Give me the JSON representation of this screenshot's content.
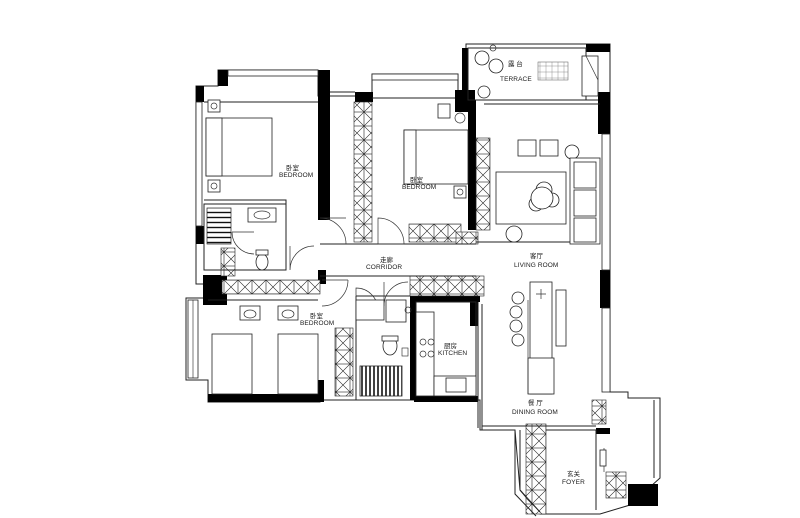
{
  "rooms": {
    "bedroom_nw": {
      "zh": "卧室",
      "en": "BEDROOM"
    },
    "bedroom_n": {
      "zh": "卧室",
      "en": "BEDROOM"
    },
    "bedroom_sw": {
      "zh": "卧室",
      "en": "BEDROOM"
    },
    "terrace": {
      "zh": "露 台",
      "en": "TERRACE"
    },
    "living": {
      "zh": "客厅",
      "en": "LIVING ROOM"
    },
    "corridor": {
      "zh": "走廊",
      "en": "CORRIDOR"
    },
    "kitchen": {
      "zh": "厨房",
      "en": "KITCHEN"
    },
    "dining": {
      "zh": "餐 厅",
      "en": "DINING ROOM"
    },
    "foyer": {
      "zh": "玄关",
      "en": "FOYER"
    }
  },
  "colors": {
    "wall": "#000000",
    "line": "#222222",
    "background": "#ffffff"
  }
}
